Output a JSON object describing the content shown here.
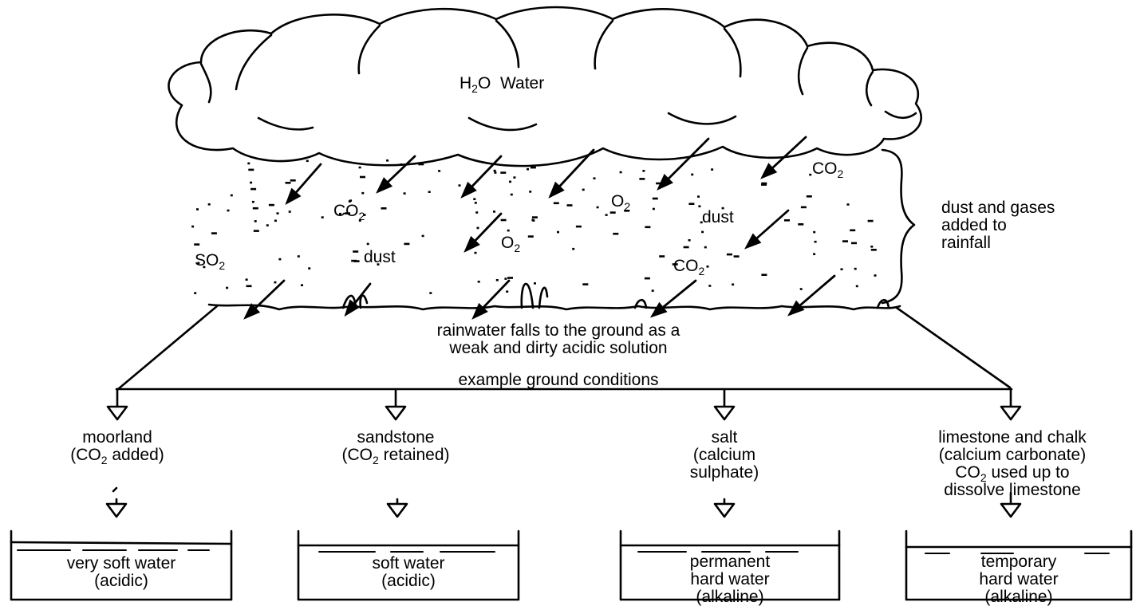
{
  "cloud": {
    "formula": "H",
    "formula_sub": "2",
    "formula_rest": "O",
    "word": "Water"
  },
  "gases": {
    "co2_a": {
      "t": "CO",
      "s": "2"
    },
    "co2_b": {
      "t": "CO",
      "s": "2"
    },
    "co2_c": {
      "t": "CO",
      "s": "2"
    },
    "o2_a": {
      "t": "O",
      "s": "2"
    },
    "o2_b": {
      "t": "O",
      "s": "2"
    },
    "so2": {
      "t": "SO",
      "s": "2"
    },
    "dust_a": "dust",
    "dust_b": "dust"
  },
  "brace_note": [
    "dust and gases",
    "added to",
    "rainfall"
  ],
  "ground_note": [
    "rainwater falls to the ground as a",
    "weak and dirty acidic solution"
  ],
  "conditions_title": "example ground conditions",
  "ground_types": [
    {
      "lines": [
        {
          "t": "moorland"
        },
        {
          "t": "(CO",
          "s": "2",
          "r": " added)"
        }
      ],
      "result": [
        "very soft water",
        "(acidic)"
      ]
    },
    {
      "lines": [
        {
          "t": "sandstone"
        },
        {
          "t": "(CO",
          "s": "2",
          "r": " retained)"
        }
      ],
      "result": [
        "soft water",
        "(acidic)"
      ]
    },
    {
      "lines": [
        {
          "t": "salt"
        },
        {
          "t": "(calcium"
        },
        {
          "t": "sulphate)"
        }
      ],
      "result": [
        "permanent",
        "hard water",
        "(alkaline)"
      ]
    },
    {
      "lines": [
        {
          "t": "limestone and chalk"
        },
        {
          "t": "(calcium carbonate)"
        },
        {
          "t": "CO",
          "s": "2",
          "r": " used up to"
        },
        {
          "t": "dissolve limestone"
        }
      ],
      "result": [
        "temporary",
        "hard water",
        "(alkaline)"
      ]
    }
  ],
  "colors": {
    "ink": "#000000",
    "background": "#ffffff"
  }
}
